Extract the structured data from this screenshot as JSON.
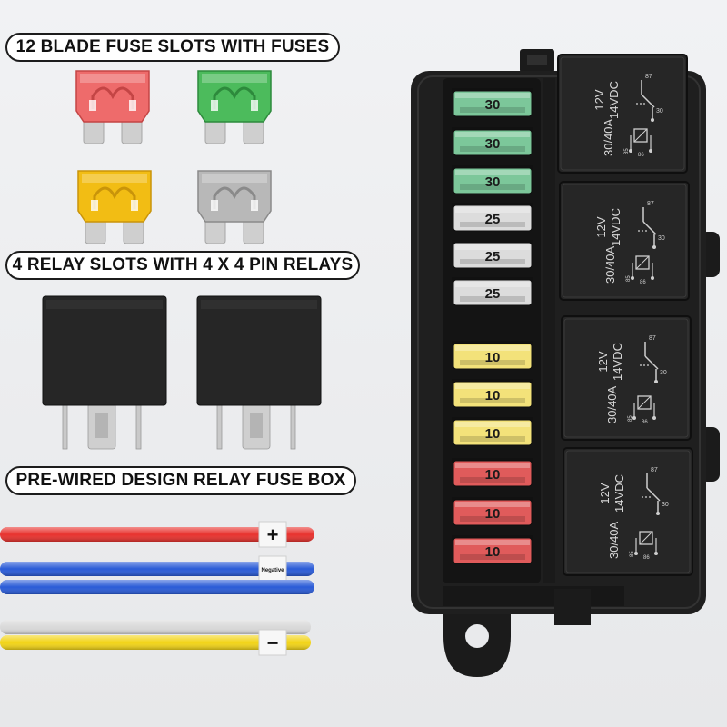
{
  "captions": {
    "fuse_slots": "12 BLADE FUSE SLOTS WITH FUSES",
    "relay_slots": "4 RELAY SLOTS WITH 4 X 4 PIN RELAYS",
    "fuse_box": "PRE-WIRED DESIGN RELAY FUSE BOX"
  },
  "loose_fuses": [
    {
      "color": "#ee6b6b",
      "dark": "#c44545"
    },
    {
      "color": "#4cbb5c",
      "dark": "#2d8a3c"
    },
    {
      "color": "#f2bd14",
      "dark": "#c9940a"
    },
    {
      "color": "#b8b8b8",
      "dark": "#8a8a8a"
    }
  ],
  "box_fuses": [
    {
      "rating": "30",
      "color": "#7cc79a"
    },
    {
      "rating": "30",
      "color": "#7cc79a"
    },
    {
      "rating": "30",
      "color": "#7cc79a"
    },
    {
      "rating": "25",
      "color": "#dcdcdc"
    },
    {
      "rating": "25",
      "color": "#dcdcdc"
    },
    {
      "rating": "25",
      "color": "#dcdcdc"
    },
    {
      "rating": "10",
      "color": "#f3e27a"
    },
    {
      "rating": "10",
      "color": "#f3e27a"
    },
    {
      "rating": "10",
      "color": "#f3e27a"
    },
    {
      "rating": "10",
      "color": "#e05b5b"
    },
    {
      "rating": "10",
      "color": "#e05b5b"
    },
    {
      "rating": "10",
      "color": "#e05b5b"
    }
  ],
  "relay_label": {
    "voltage_low": "12V",
    "voltage_high": "14VDC",
    "current": "30/40A",
    "pin_87": "87",
    "pin_30": "30",
    "pin_85": "85",
    "pin_86": "86"
  },
  "wires": [
    {
      "color": "#e8322e",
      "label": "+"
    },
    {
      "color": "#2a5bd7",
      "label": "Negative"
    },
    {
      "color": "#2a5bd7",
      "label": ""
    },
    {
      "color": "#d9d9d9",
      "label": ""
    },
    {
      "color": "#f2d418",
      "label": "−"
    }
  ],
  "colors": {
    "box": "#1f1f1f",
    "box_edge": "#2e2e2e",
    "relay": "#262626"
  }
}
